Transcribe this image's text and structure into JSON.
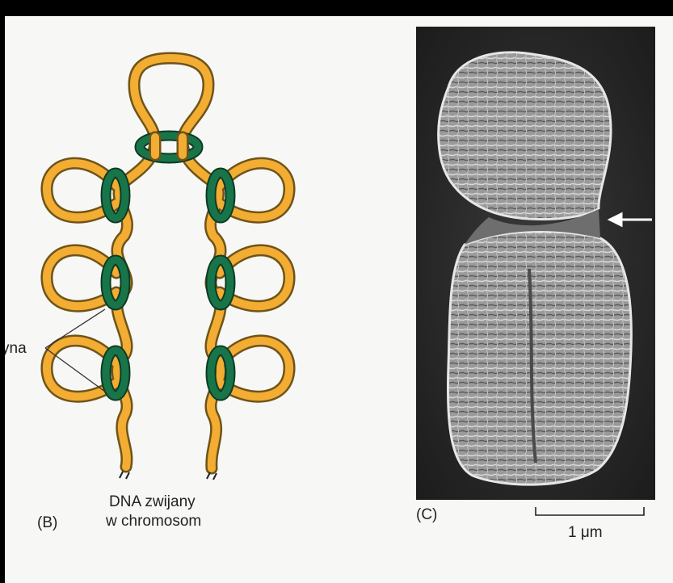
{
  "panel_b": {
    "letter": "(B)",
    "caption_line1": "DNA zwijany",
    "caption_line2": "w chromosom",
    "side_label": "yna"
  },
  "panel_c": {
    "letter": "(C)",
    "scale_label": "1 μm"
  },
  "colors": {
    "dna_strand": "#f2ad32",
    "dna_outline": "#6f5419",
    "protein_ring": "#18754a",
    "page_background": "#f7f7f5",
    "frame": "#000000"
  }
}
